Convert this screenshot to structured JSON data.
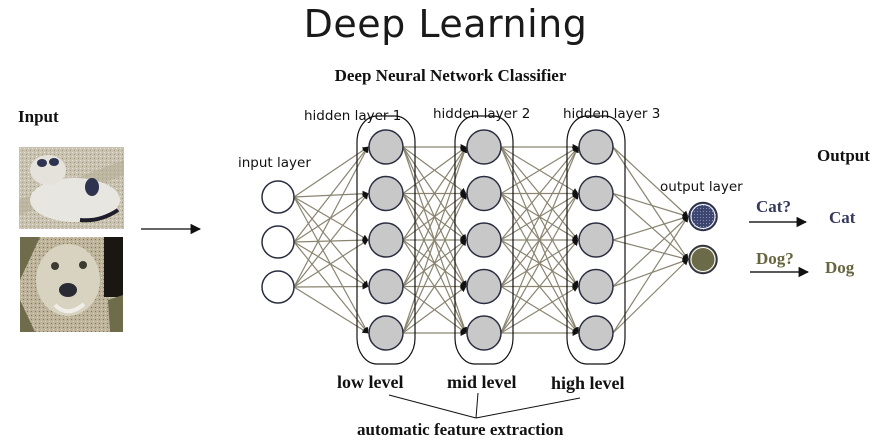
{
  "title": "Deep Learning",
  "subtitle": "Deep Neural Network Classifier",
  "input": {
    "label": "Input",
    "images": [
      {
        "name": "cat-photo",
        "description": "cat"
      },
      {
        "name": "dog-photo",
        "description": "dog"
      }
    ]
  },
  "network": {
    "layers": [
      {
        "label": "input layer",
        "nodes": 3,
        "type": "input"
      },
      {
        "label": "hidden layer 1",
        "nodes": 5,
        "type": "hidden"
      },
      {
        "label": "hidden layer 2",
        "nodes": 5,
        "type": "hidden"
      },
      {
        "label": "hidden layer 3",
        "nodes": 5,
        "type": "hidden"
      },
      {
        "label": "output layer",
        "nodes": 2,
        "type": "output"
      }
    ],
    "output_node_colors": [
      "#3d4670",
      "#6b6b4a"
    ],
    "hidden_node_fill": "#c8c8c8",
    "edge_color": "#8a8470"
  },
  "levels": {
    "low": "low level",
    "mid": "mid level",
    "high": "high level",
    "caption": "automatic feature extraction"
  },
  "output": {
    "label": "Output",
    "predictions": [
      {
        "question": "Cat?",
        "answer": "Cat",
        "color": "#353a5c"
      },
      {
        "question": "Dog?",
        "answer": "Dog",
        "color": "#66653f"
      }
    ]
  }
}
